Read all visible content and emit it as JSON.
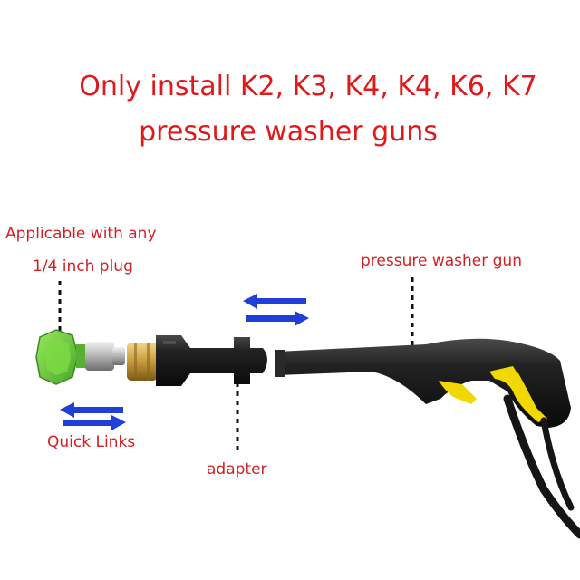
{
  "headline": {
    "line1": "Only install K2, K3, K4, K4, K6, K7",
    "line2": "pressure washer guns"
  },
  "labels": {
    "applicable_line1": "Applicable with any",
    "applicable_line2": "1/4 inch plug",
    "quick_links": "Quick Links",
    "adapter": "adapter",
    "gun": "pressure washer gun"
  },
  "colors": {
    "text_red": "#e0191b",
    "arrow_blue": "#1f3fd6",
    "nozzle_green": "#6fd23a",
    "brass": "#c89a3a",
    "gun_yellow": "#f0d800"
  }
}
